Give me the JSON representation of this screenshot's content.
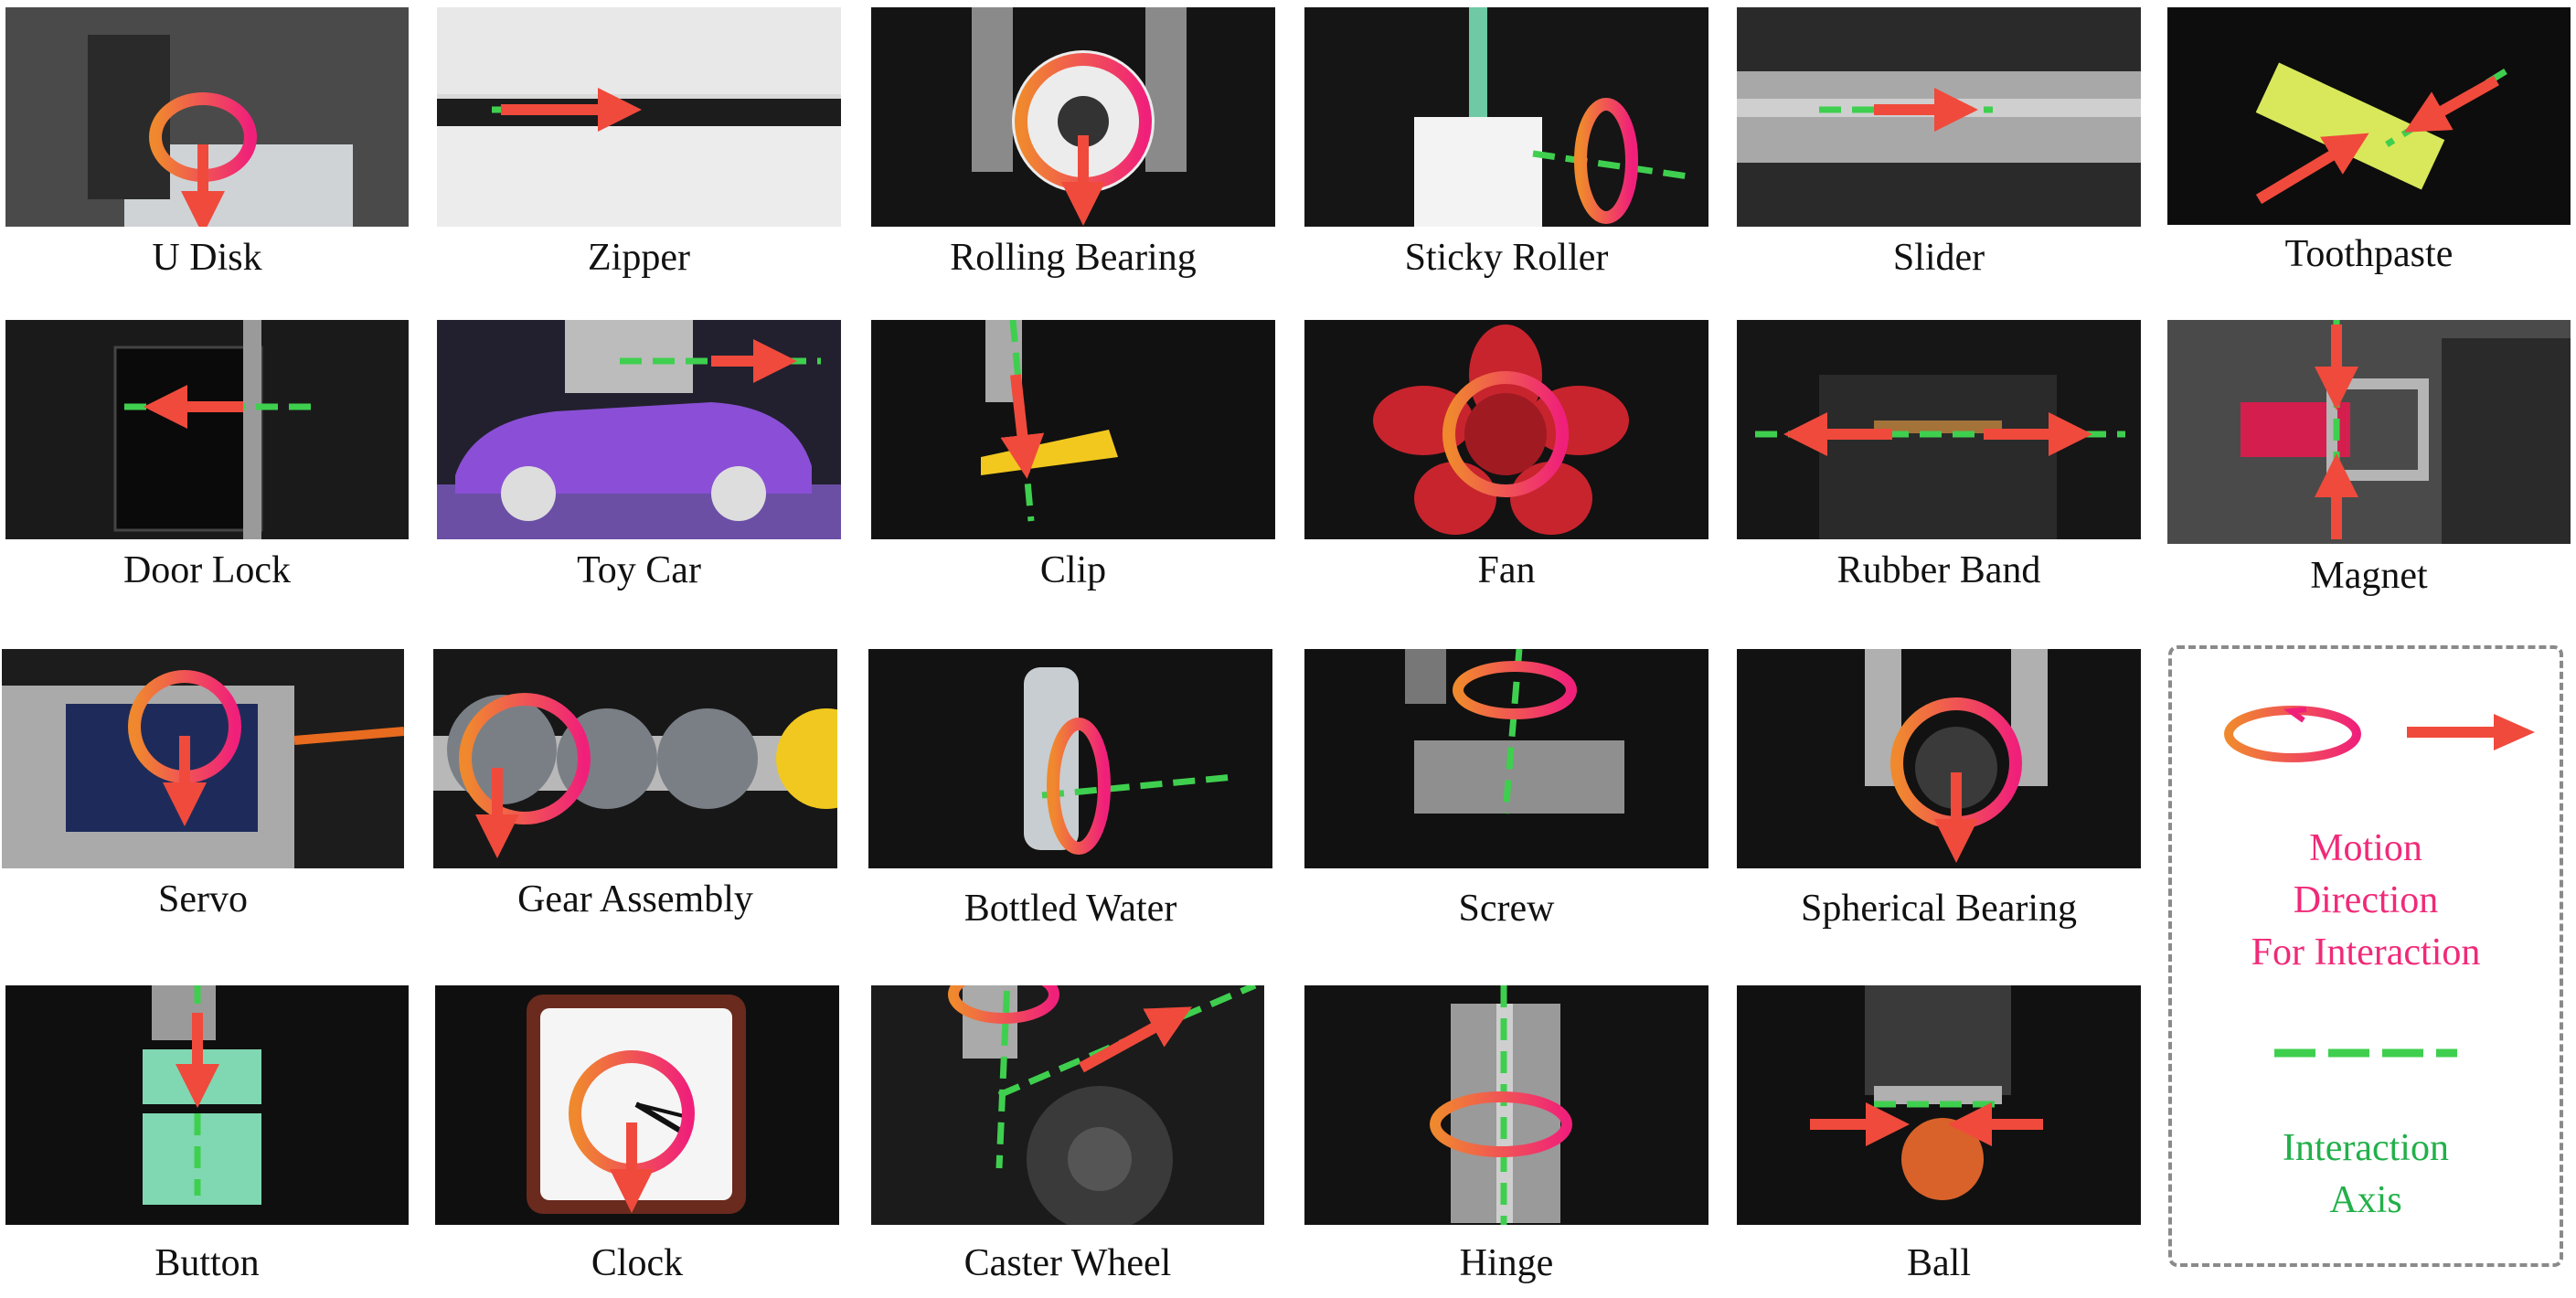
{
  "items": [
    {
      "label": "U Disk"
    },
    {
      "label": "Zipper"
    },
    {
      "label": "Rolling Bearing"
    },
    {
      "label": "Sticky Roller"
    },
    {
      "label": "Slider"
    },
    {
      "label": "Toothpaste"
    },
    {
      "label": "Door Lock"
    },
    {
      "label": "Toy Car"
    },
    {
      "label": "Clip"
    },
    {
      "label": "Fan"
    },
    {
      "label": "Rubber Band"
    },
    {
      "label": "Magnet"
    },
    {
      "label": "Servo"
    },
    {
      "label": "Gear Assembly"
    },
    {
      "label": "Bottled Water"
    },
    {
      "label": "Screw"
    },
    {
      "label": "Spherical Bearing"
    },
    {
      "label": "Button"
    },
    {
      "label": "Clock"
    },
    {
      "label": "Caster Wheel"
    },
    {
      "label": "Hinge"
    },
    {
      "label": "Ball"
    }
  ],
  "legend": {
    "motion_label_1": "Motion",
    "motion_label_2": "Direction",
    "motion_label_3": "For Interaction",
    "axis_label_1": "Interaction",
    "axis_label_2": "Axis"
  },
  "colors": {
    "arrow_red": "#f04a3c",
    "ring_start": "#f0892e",
    "ring_end": "#f0207a",
    "axis_green": "#3fcf4f",
    "motion_text": "#f02a78",
    "axis_text": "#22b04a"
  },
  "icons": [
    "rotation-ring-icon",
    "linear-arrow-icon",
    "dashed-axis-icon"
  ]
}
